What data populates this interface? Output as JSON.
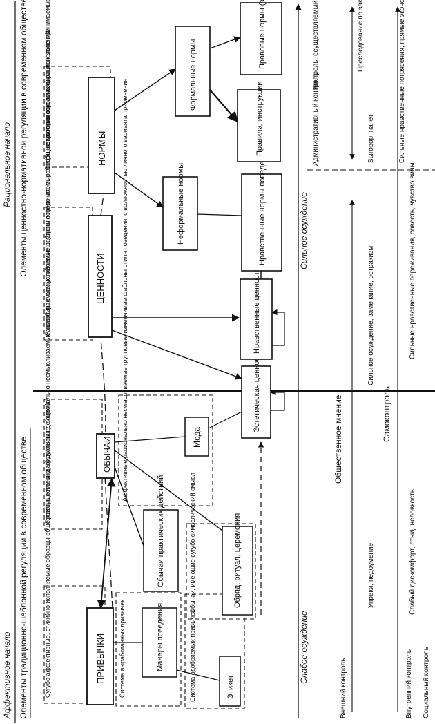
{
  "side_labels": {
    "affective": "Аффективное начало",
    "rational": "Рациональное начало",
    "traditional": "Элементы традиционно-шаблонной регуляции в современном обществе",
    "value": "Элементы ценностно-нормативной регуляции в современном обществе"
  },
  "blocks": {
    "habits": "ПРИВЫЧКИ",
    "customs": "ОБЫЧАИ",
    "values": "ЦЕННОСТИ",
    "norms": "НОРМЫ",
    "habits_desc": "Сугубо аффективные, стихийно исполняемые образцы общественных или индивидуальных действий",
    "customs_desc": "Преимущественно аффективные, рационально несмысливаемые, неизбираемые, устойчивые шаблоны поведения, выработанные многими поколениями",
    "values_desc": "Рационально осмысливаемые внутренне принимаемые всеобщие критерии оценки социальных явлений",
    "norms_desc": "Ценностно-осмысливаемые, рационально принимаемые образцы практического поведения",
    "manners": "Манеры поведения",
    "manners_desc": "Система выработанных привычек",
    "etiquette": "Этикет",
    "etiquette_desc": "Система одобряемых привычек",
    "practical": "Обычаи практических действий",
    "rite": "Обряд, ритуал, церемония",
    "rite_desc": "Обычаи, имеющие сугубо символический смысл",
    "fashion": "Мода",
    "fashion_desc": "Аффективные рационально несмысливаемые групповые изменчивые шаблоны стиля поведения, с возможностью личного варианта применения",
    "aesthetic": "Эстетическая ценность",
    "moral_values": "Нравственные ценности",
    "informal": "Неформальные нормы",
    "moral_norms": "Нравственные нормы поведения (нравы)",
    "formal": "Формальные нормы",
    "rules": "Правила, инструкции",
    "legal": "Правовые нормы (законы)"
  },
  "scale": {
    "weak": "Слабое осуждение",
    "strong": "Сильное осуждение",
    "public": "Общественное мнение",
    "admin": "Административный контроль",
    "special": "Контроль, осуществляемый специальными органами",
    "reproach": "Упреки, недоумение",
    "condemn": "Сильное осуждение, замечание, остракизм",
    "reprimand": "Выговор, начет",
    "prosecution": "Преследование по закону, штраф, лишение свободы",
    "external": "Внешний контроль",
    "self": "Самоконтроль",
    "weak_feel": "Слабый дискомфорт, стыд, неловкость",
    "strong_feel": "Сильные нравственные переживания, совесть, чувство вины",
    "shock": "Сильные нравственные потрясения, прямые экономические и физические издержки, поражения",
    "internal": "Внутренний контроль",
    "social": "Социальный контроль"
  }
}
